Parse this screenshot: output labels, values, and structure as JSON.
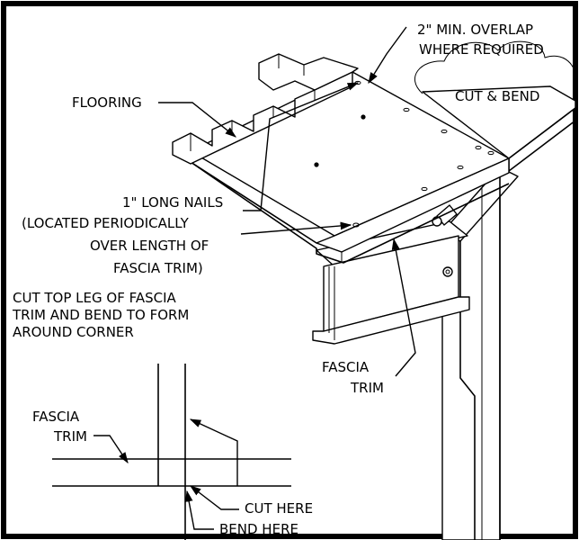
{
  "labels": {
    "overlap_line1": "2\" MIN. OVERLAP",
    "overlap_line2": "WHERE REQUIRED",
    "cut_bend": "CUT & BEND",
    "flooring": "FLOORING",
    "nails_line1": "1\" LONG NAILS",
    "nails_line2": "(LOCATED PERIODICALLY",
    "nails_line3": "OVER LENGTH OF",
    "nails_line4": "FASCIA TRIM)",
    "cut_top_line1": "CUT TOP LEG OF FASCIA",
    "cut_top_line2": "TRIM AND BEND TO FORM",
    "cut_top_line3": "AROUND CORNER",
    "fascia_trim_main_1": "FASCIA",
    "fascia_trim_main_2": "TRIM",
    "fascia_trim_detail_1": "FASCIA",
    "fascia_trim_detail_2": "TRIM",
    "cut_here": "CUT HERE",
    "bend_here": "BEND HERE"
  }
}
